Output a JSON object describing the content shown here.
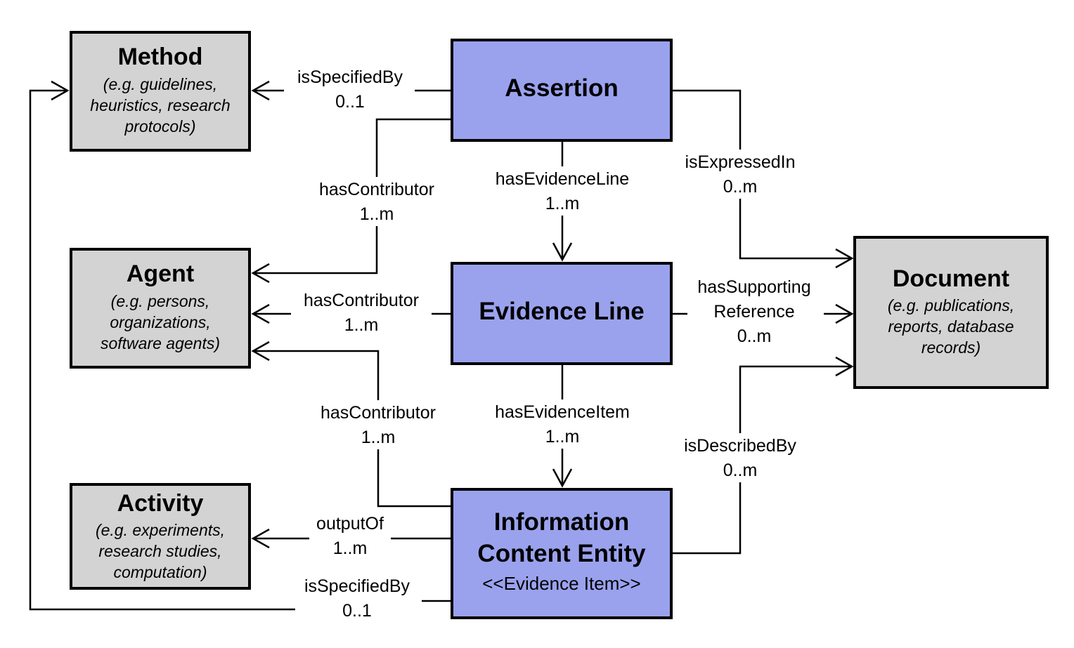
{
  "nodes": {
    "method": {
      "title": "Method",
      "subtitle": [
        "(e.g. guidelines,",
        "heuristics, research",
        "protocols)"
      ]
    },
    "agent": {
      "title": "Agent",
      "subtitle": [
        "(e.g. persons,",
        "organizations,",
        "software agents)"
      ]
    },
    "activity": {
      "title": "Activity",
      "subtitle": [
        "(e.g. experiments,",
        "research studies,",
        "computation)"
      ]
    },
    "document": {
      "title": "Document",
      "subtitle": [
        "(e.g. publications,",
        "reports, database",
        "records)"
      ]
    },
    "assertion": {
      "title": [
        "Assertion"
      ]
    },
    "evidence_line": {
      "title": [
        "Evidence Line"
      ]
    },
    "ice": {
      "title": [
        "Information",
        "Content Entity"
      ],
      "stereotype": "<<Evidence Item>>"
    }
  },
  "edges": {
    "assertion_method": {
      "label": [
        "isSpecifiedBy",
        "0..1"
      ]
    },
    "assertion_agent": {
      "label": [
        "hasContributor",
        "1..m"
      ]
    },
    "assertion_evline": {
      "label": [
        "hasEvidenceLine",
        "1..m"
      ]
    },
    "assertion_document": {
      "label": [
        "isExpressedIn",
        "0..m"
      ]
    },
    "evline_agent": {
      "label": [
        "hasContributor",
        "1..m"
      ]
    },
    "evline_document": {
      "label": [
        "hasSupporting",
        "Reference",
        "0..m"
      ]
    },
    "evline_ice": {
      "label": [
        "hasEvidenceItem",
        "1..m"
      ]
    },
    "ice_agent": {
      "label": [
        "hasContributor",
        "1..m"
      ]
    },
    "ice_document": {
      "label": [
        "isDescribedBy",
        "0..m"
      ]
    },
    "ice_activity": {
      "label": [
        "outputOf",
        "1..m"
      ]
    },
    "ice_method": {
      "label": [
        "isSpecifiedBy",
        "0..1"
      ]
    }
  },
  "colors": {
    "class_fill": "#9aa2ee",
    "external_fill": "#d3d3d3",
    "stroke": "#000000"
  }
}
